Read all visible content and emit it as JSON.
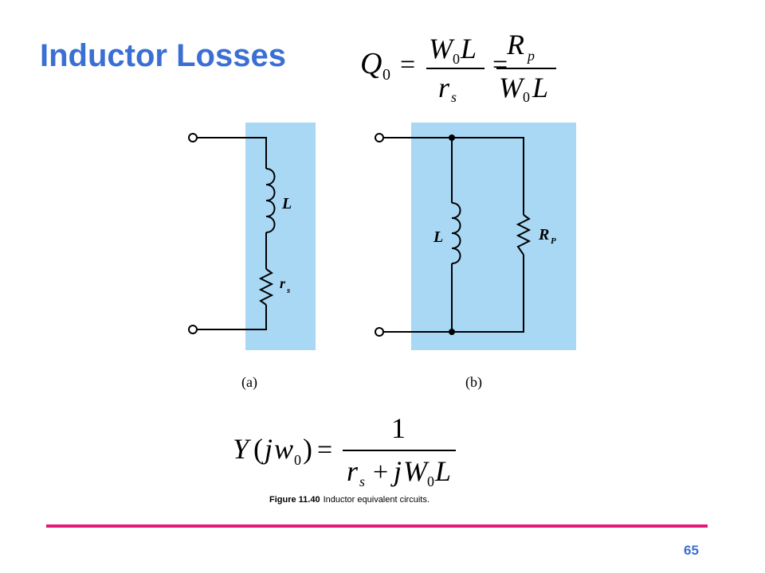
{
  "slide": {
    "title": "Inductor Losses",
    "page_number": "65"
  },
  "equations": {
    "q0": {
      "lhs": "Q",
      "lhs_sub": "0",
      "num1": "W",
      "num1_sub": "0",
      "num1_tail": "L",
      "den1": "r",
      "den1_sub": "s",
      "num2": "R",
      "num2_sub": "p",
      "den2": "W",
      "den2_sub": "0",
      "den2_tail": "L"
    },
    "y": {
      "lhs": "Y",
      "lhs_arg_open": "(",
      "lhs_arg_j": "j",
      "lhs_arg_w": "w",
      "lhs_arg_sub": "0",
      "lhs_arg_close": ")",
      "numerator": "1",
      "den_r": "r",
      "den_r_sub": "s",
      "den_plus": "+",
      "den_j": "j",
      "den_w": "W",
      "den_w_sub": "0",
      "den_l": "L"
    }
  },
  "figure": {
    "circuit_a": {
      "label": "(a)",
      "inductor": "L",
      "resistor": "r",
      "resistor_sub": "s"
    },
    "circuit_b": {
      "label": "(b)",
      "inductor": "L",
      "resistor": "R",
      "resistor_sub": "P"
    },
    "caption_label": "Figure 11.40",
    "caption_text": "Inductor equivalent circuits."
  },
  "colors": {
    "title": "#3a6fd3",
    "panel": "#a9d8f5",
    "divider": "#e8177a"
  }
}
